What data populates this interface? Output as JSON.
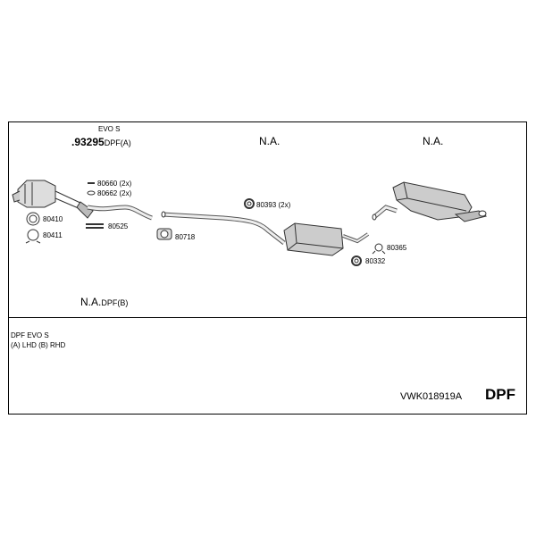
{
  "sections": {
    "front": {
      "variant": "EVO S",
      "part_number": ".93295",
      "suffix": "DPF(A)",
      "alt_label": "N.A.",
      "alt_suffix": "DPF(B)"
    },
    "middle": {
      "label": "N.A."
    },
    "rear": {
      "label": "N.A."
    }
  },
  "parts": {
    "p80660": "80660 (2x)",
    "p80662": "80662 (2x)",
    "p80410": "80410",
    "p80411": "80411",
    "p80525": "80525",
    "p80718": "80718",
    "p80393": "80393 (2x)",
    "p80365": "80365",
    "p80332": "80332"
  },
  "legend": {
    "line1": "DPF EVO S",
    "line2": "(A) LHD (B) RHD"
  },
  "footer": {
    "kit_code": "VWK018919A",
    "type": "DPF"
  }
}
